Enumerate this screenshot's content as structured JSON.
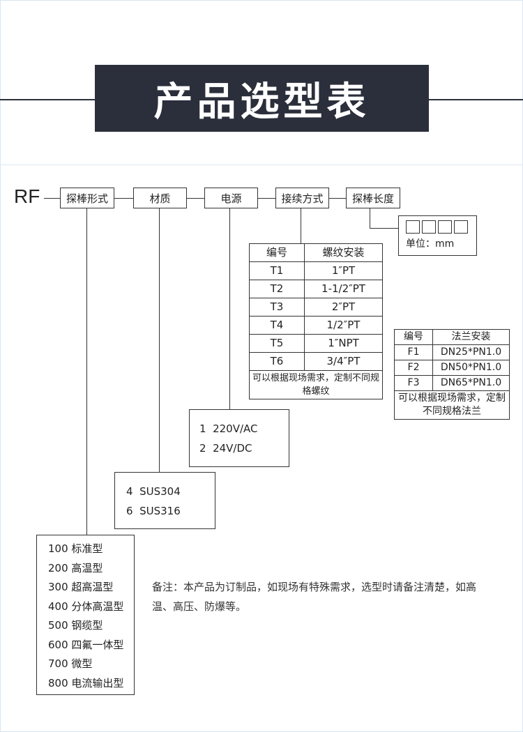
{
  "banner": {
    "title": "产品选型表"
  },
  "code": {
    "prefix": "RF"
  },
  "fields": {
    "probe_form": "探棒形式",
    "material": "材质",
    "power": "电源",
    "connection": "接续方式",
    "probe_length": "探棒长度"
  },
  "length": {
    "unit": "单位：mm"
  },
  "thread_table": {
    "headers": [
      "编号",
      "螺纹安装"
    ],
    "rows": [
      [
        "T1",
        "1″PT"
      ],
      [
        "T2",
        "1-1/2″PT"
      ],
      [
        "T3",
        "2″PT"
      ],
      [
        "T4",
        "1/2″PT"
      ],
      [
        "T5",
        "1″NPT"
      ],
      [
        "T6",
        "3/4″PT"
      ]
    ],
    "note": "可以根据现场需求，定制不同规格螺纹"
  },
  "flange_table": {
    "headers": [
      "编号",
      "法兰安装"
    ],
    "rows": [
      [
        "F1",
        "DN25*PN1.0"
      ],
      [
        "F2",
        "DN50*PN1.0"
      ],
      [
        "F3",
        "DN65*PN1.0"
      ]
    ],
    "note": "可以根据现场需求，定制不同规格法兰"
  },
  "power_options": [
    "1  220V/AC",
    "2  24V/DC"
  ],
  "material_options": [
    "4  SUS304",
    "6  SUS316"
  ],
  "form_options": [
    "100 标准型",
    "200 高温型",
    "300 超高温型",
    "400 分体高温型",
    "500 钢缆型",
    "600 四氟一体型",
    "700 微型",
    "800 电流输出型"
  ],
  "remark": "备注：本产品为订制品，如现场有特殊需求，选型时请备注清楚，如高温、高压、防爆等。"
}
